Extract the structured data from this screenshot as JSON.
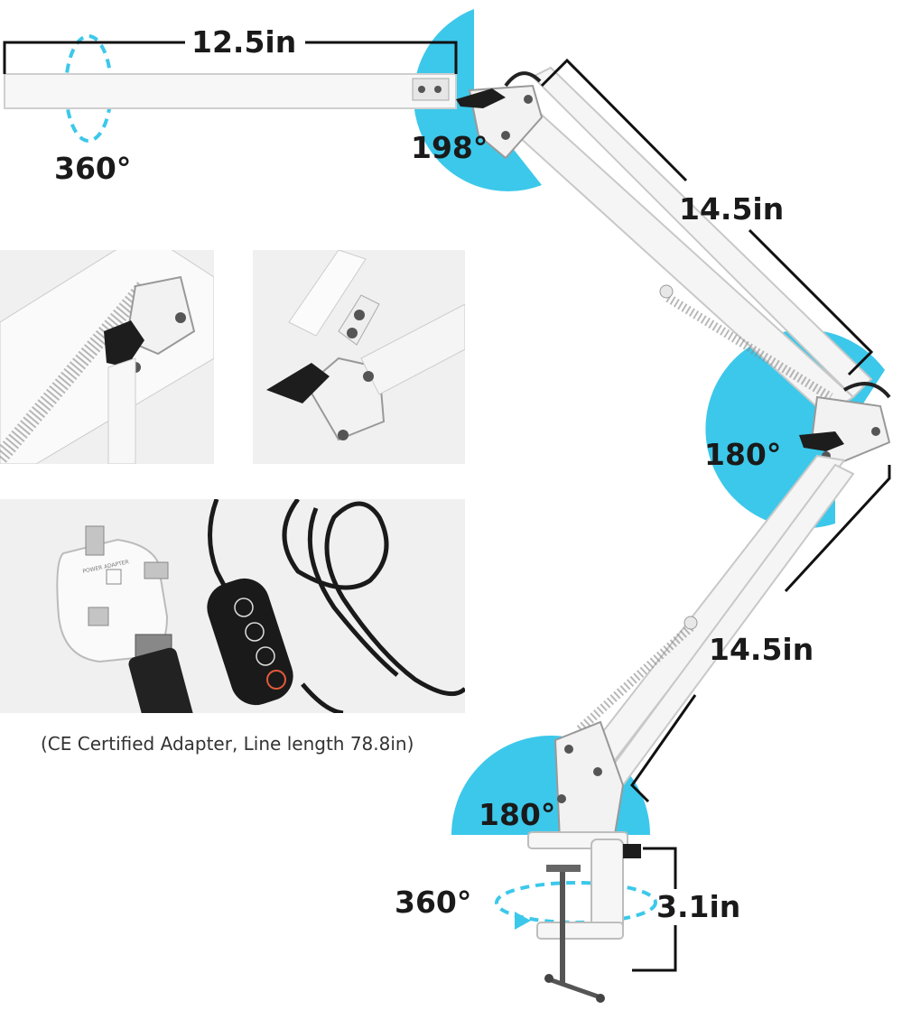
{
  "colors": {
    "accent": "#3cc8ea",
    "line": "#111111",
    "lamp": "#f4f4f4"
  },
  "dimensions": {
    "head_length": "12.5in",
    "upper_arm": "14.5in",
    "lower_arm": "14.5in",
    "clamp_height": "3.1in"
  },
  "angles": {
    "head_rotation": "360°",
    "head_joint": "198°",
    "elbow_joint": "180°",
    "base_joint": "180°",
    "base_rotation": "360°"
  },
  "caption": "(CE Certified Adapter, Line length 78.8in)",
  "adapter": {
    "label": "POWER ADAPTER"
  }
}
